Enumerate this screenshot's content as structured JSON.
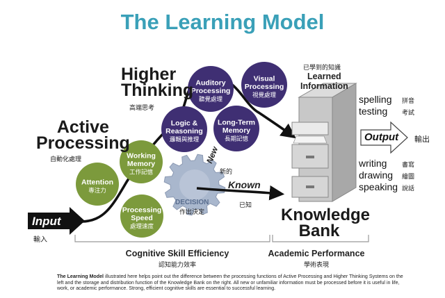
{
  "title": "The Learning Model",
  "labels": {
    "higher_thinking": [
      "Higher",
      "Thinking"
    ],
    "higher_thinking_zh": "高端思考",
    "active_processing": [
      "Active",
      "Processing"
    ],
    "active_processing_zh": "自動化處理",
    "input": "Input",
    "input_zh": "輸入",
    "new": "New",
    "new_zh": "新的",
    "known": "Known",
    "known_zh": "已知",
    "decision": "DECISION",
    "decision_zh": "作出決定",
    "learned_zh": "已學到的知識",
    "learned": [
      "Learned",
      "Information"
    ],
    "knowledge_bank": [
      "Knowledge",
      "Bank"
    ],
    "output": "Output",
    "output_zh": "輸出",
    "cognitive": "Cognitive Skill Efficiency",
    "cognitive_zh": "認知能力效率",
    "academic": "Academic Performance",
    "academic_zh": "學術表現"
  },
  "green_circles": [
    {
      "name": "Attention",
      "zh": "專注力"
    },
    {
      "name": "Working Memory",
      "zh": "工作記憶"
    },
    {
      "name": "Processing Speed",
      "zh": "處理速度"
    }
  ],
  "purple_circles": [
    {
      "name": "Logic & Reasoning",
      "zh": "邏輯與推理"
    },
    {
      "name": "Auditory Processing",
      "zh": "聽覺處理"
    },
    {
      "name": "Long-Term Memory",
      "zh": "長期記憶"
    },
    {
      "name": "Visual Processing",
      "zh": "視覺處理"
    }
  ],
  "skills_top": [
    {
      "en": "spelling",
      "zh": "拼音"
    },
    {
      "en": "testing",
      "zh": "考試"
    }
  ],
  "skills_bottom": [
    {
      "en": "writing",
      "zh": "書寫"
    },
    {
      "en": "drawing",
      "zh": "繪圖"
    },
    {
      "en": "speaking",
      "zh": "說話"
    }
  ],
  "footer": {
    "bold": "The Learning Model",
    "text": " illustrated here helps point out the difference between the processing functions of Active Processing and Higher Thinking Systems on the left and the storage and distribution function of the Knowledge Bank on the right. All new or unfamiliar information must be processed before it is useful in life, work, or academic performance. Strong, efficient cognitive skills are essential to successful learning."
  },
  "colors": {
    "title": "#3aa0b8",
    "green": "#7c9a3c",
    "purple": "#3f2f73",
    "gear": "#a9b7cd",
    "cabinet": "#c8c8c8"
  }
}
